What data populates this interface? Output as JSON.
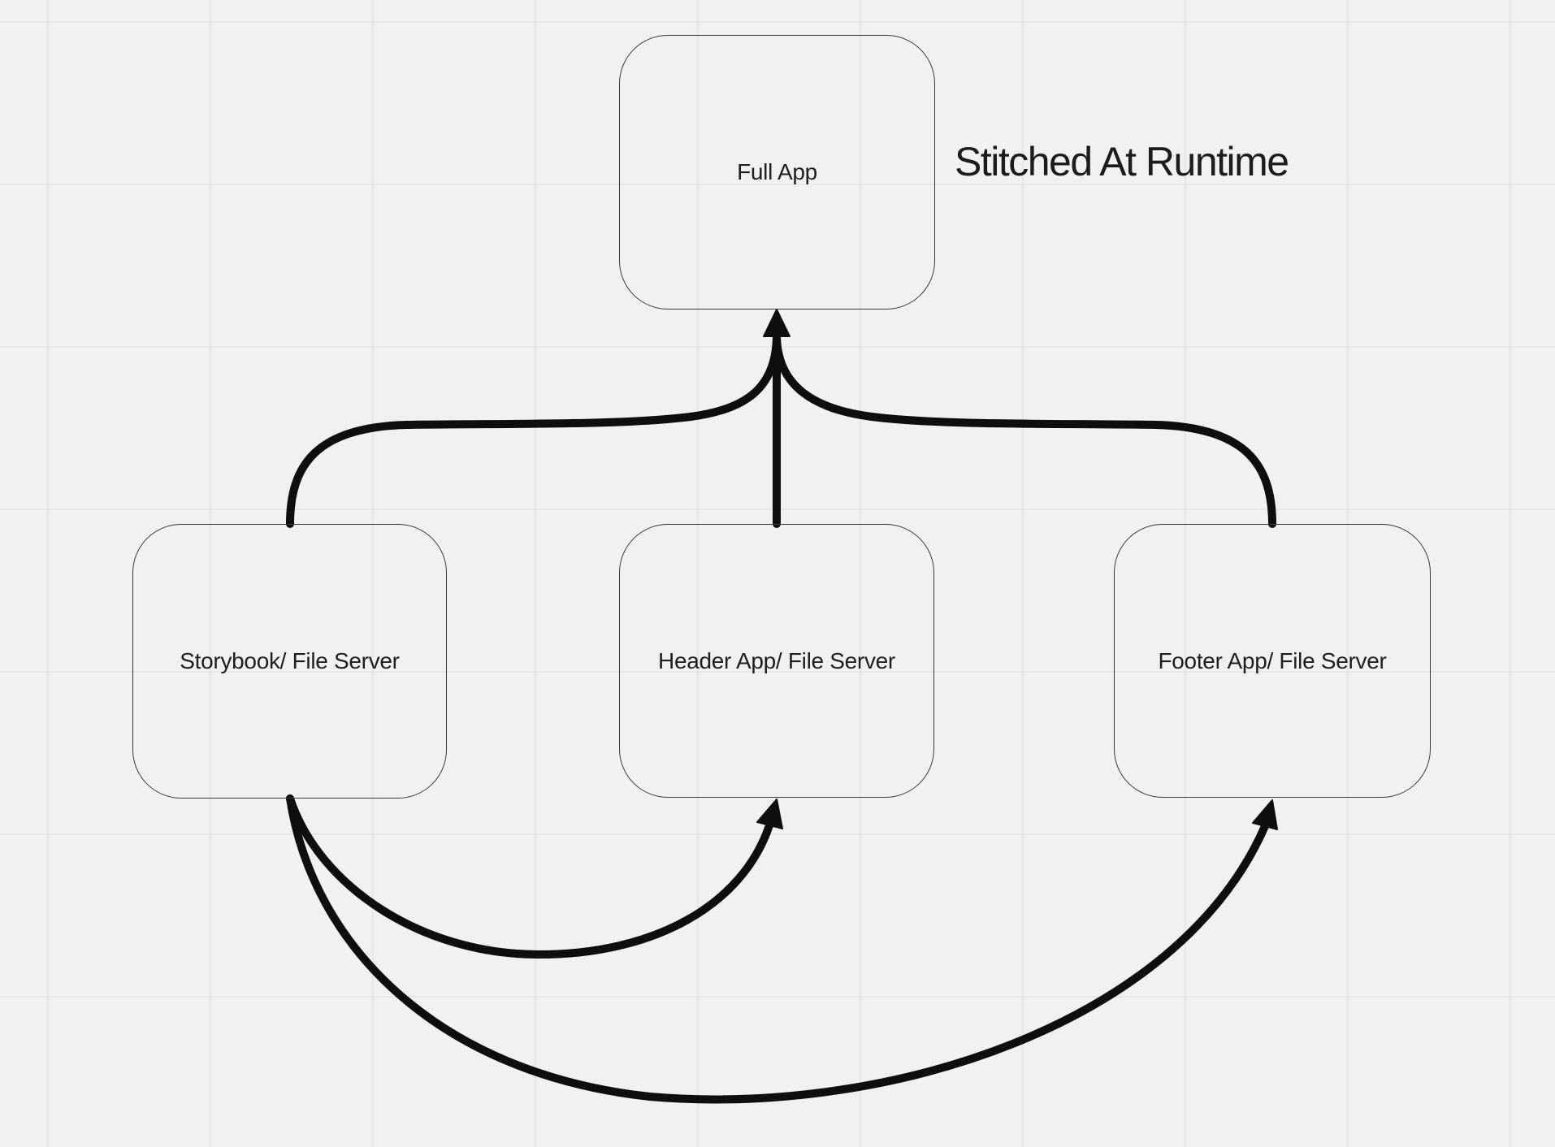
{
  "title": "Stitched At Runtime",
  "colors": {
    "canvas_background": "#f1f1ef",
    "grid_line": "#e7e7e5",
    "arrow_ink": "#0e0e0e",
    "node_border": "#3a3a3a",
    "label_text": "#1f1f1f",
    "title_text": "#1c1c1c"
  },
  "nodes": [
    {
      "id": "full-app",
      "label": "Full App"
    },
    {
      "id": "storybook",
      "label": "Storybook/ File Server"
    },
    {
      "id": "header-app",
      "label": "Header App/ File Server"
    },
    {
      "id": "footer-app",
      "label": "Footer App/ File Server"
    }
  ],
  "edges": [
    {
      "from": "header-app",
      "to": "full-app"
    },
    {
      "from": "storybook",
      "to": "full-app"
    },
    {
      "from": "footer-app",
      "to": "full-app"
    },
    {
      "from": "storybook",
      "to": "header-app"
    },
    {
      "from": "storybook",
      "to": "footer-app"
    }
  ]
}
